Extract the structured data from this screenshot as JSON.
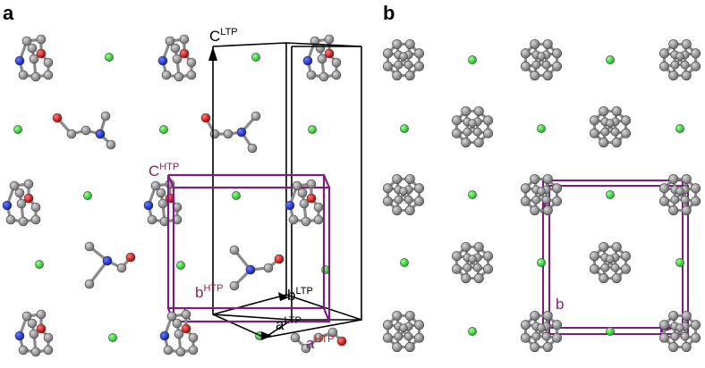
{
  "panels": [
    {
      "id": "a",
      "letter": "a"
    },
    {
      "id": "b",
      "letter": "b"
    }
  ],
  "labels": {
    "c_ltp": {
      "main": "C",
      "sup": "LTP"
    },
    "c_htp": {
      "main": "C",
      "sup": "HTP"
    },
    "b_htp": {
      "main": "b",
      "sup": "HTP"
    },
    "b_ltp": {
      "main": "b",
      "sup": "LTP"
    },
    "a_ltp": {
      "main": "a",
      "sup": "LTP"
    },
    "a_htp": {
      "main": "a",
      "sup": "HTP"
    },
    "b_right": {
      "main": "b",
      "sup": ""
    }
  },
  "colors": {
    "ltp_cell": "#000000",
    "htp_cell": "#7b1f7e",
    "chloride_atom": "#22cc22",
    "carbon_atom": "#8a8a8a",
    "nitrogen_atom": "#1a2fd0",
    "oxygen_atom": "#d01515",
    "htp_label": "#8b2252"
  }
}
